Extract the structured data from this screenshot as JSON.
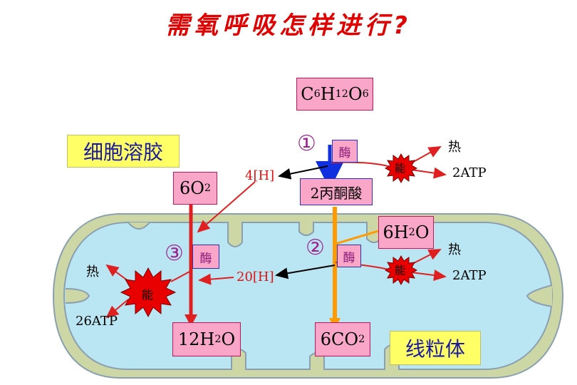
{
  "title": "需氧呼吸怎样进行?",
  "labels": {
    "cytoplasm": "细胞溶胶",
    "mitochondrion": "线粒体"
  },
  "molecules": {
    "glucose": {
      "c": "C",
      "c_n": "6",
      "h": "H",
      "h_n": "12",
      "o": "O",
      "o_n": "6"
    },
    "pyruvate": "2丙酮酸",
    "oxygen": {
      "base": "6O",
      "sub": "2"
    },
    "water_in": {
      "pre": "6H",
      "sub": "2",
      "post": "O"
    },
    "water_out": {
      "pre": "12H",
      "sub": "2",
      "post": "O"
    },
    "co2": {
      "pre": "6CO",
      "sub": "2"
    }
  },
  "stages": {
    "one": "①",
    "two": "②",
    "three": "③"
  },
  "enzyme": "酶",
  "hydrogen": {
    "stage1": "4[H]",
    "stage2": "20[H]"
  },
  "energy": "能",
  "heat": "热",
  "atp": {
    "stage1": "2ATP",
    "stage2": "2ATP",
    "stage3": "26ATP"
  }
}
